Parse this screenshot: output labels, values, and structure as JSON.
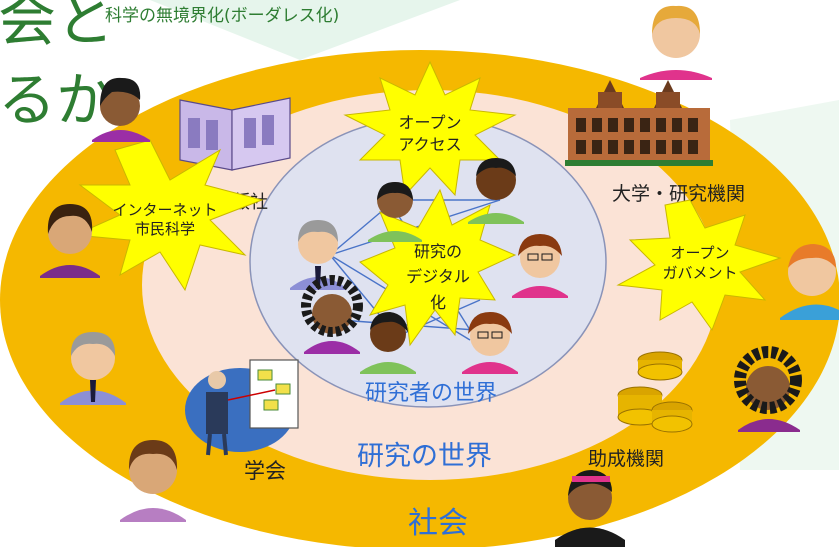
{
  "slide": {
    "title_fragment_1": "会と",
    "title_fragment_2": "るか",
    "subtitle": "科学の無境界化(ボーダレス化)"
  },
  "rings": {
    "society": "社会",
    "research_world": "研究の世界",
    "researchers_world": "研究者の世界"
  },
  "bursts": {
    "open_access": [
      "オープン",
      "アクセス"
    ],
    "internet": [
      "インターネット",
      "市民科学"
    ],
    "digital": [
      "研究の",
      "デジタル",
      "化"
    ],
    "open_gov": [
      "オープン",
      "ガバメント"
    ]
  },
  "labels": {
    "university": "大学・研究機関",
    "publisher_fragment": "版社",
    "academic_society": "学会",
    "funding_agency": "助成機関"
  },
  "colors": {
    "outer_ring": "#f5b800",
    "inner_ring": "#fbe3d6",
    "core_circle": "#dfe2f0",
    "burst": "#ffff00",
    "text_blue": "#2f6fd6",
    "title_green": "#2e7d32"
  }
}
